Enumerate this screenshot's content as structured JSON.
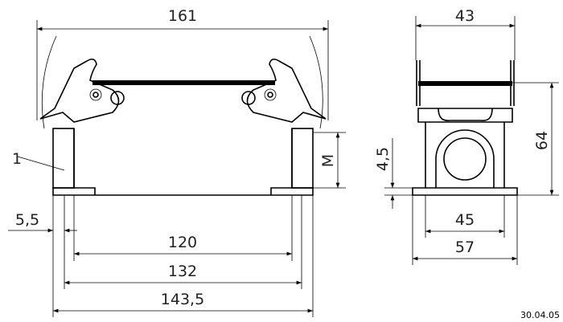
{
  "title": "Housing drawing dimensions",
  "front_view": {
    "overall_width": "161",
    "part_callout": "1",
    "thread_label": "M",
    "hole_offset": "5,5",
    "inner_spacing": "120",
    "hole_spacing": "132",
    "base_length": "143,5"
  },
  "side_view": {
    "top_width": "43",
    "foot_height": "4,5",
    "overall_height": "64",
    "hole_spacing": "45",
    "base_width": "57"
  },
  "date": "30.04.05"
}
